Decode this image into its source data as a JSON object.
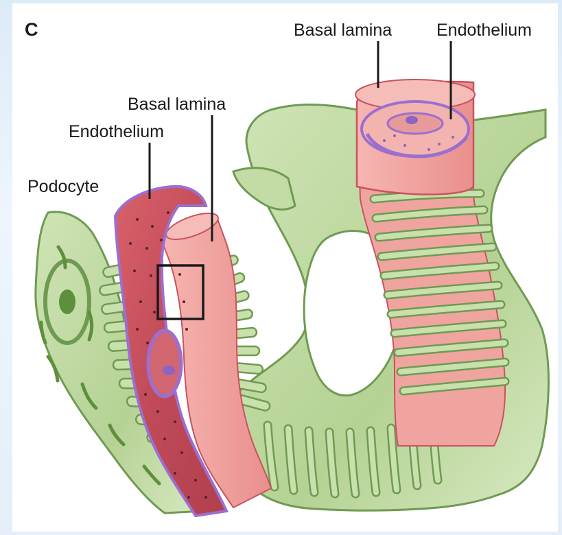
{
  "diagram": {
    "panel_letter": "C",
    "labels": {
      "basal_lamina_top": "Basal lamina",
      "endothelium_top": "Endothelium",
      "basal_lamina_left": "Basal lamina",
      "endothelium_left": "Endothelium",
      "podocyte": "Podocyte"
    },
    "colors": {
      "podocyte_fill": "#b9d59a",
      "podocyte_outline": "#6f9a52",
      "podocyte_nucleus": "#5e8f3c",
      "basal_lamina_fill": "#f2a3a0",
      "endothelium_fill": "#c9525f",
      "endothelium_outline": "#9b6fd0",
      "highlight_box": "#1a1a1a"
    }
  }
}
